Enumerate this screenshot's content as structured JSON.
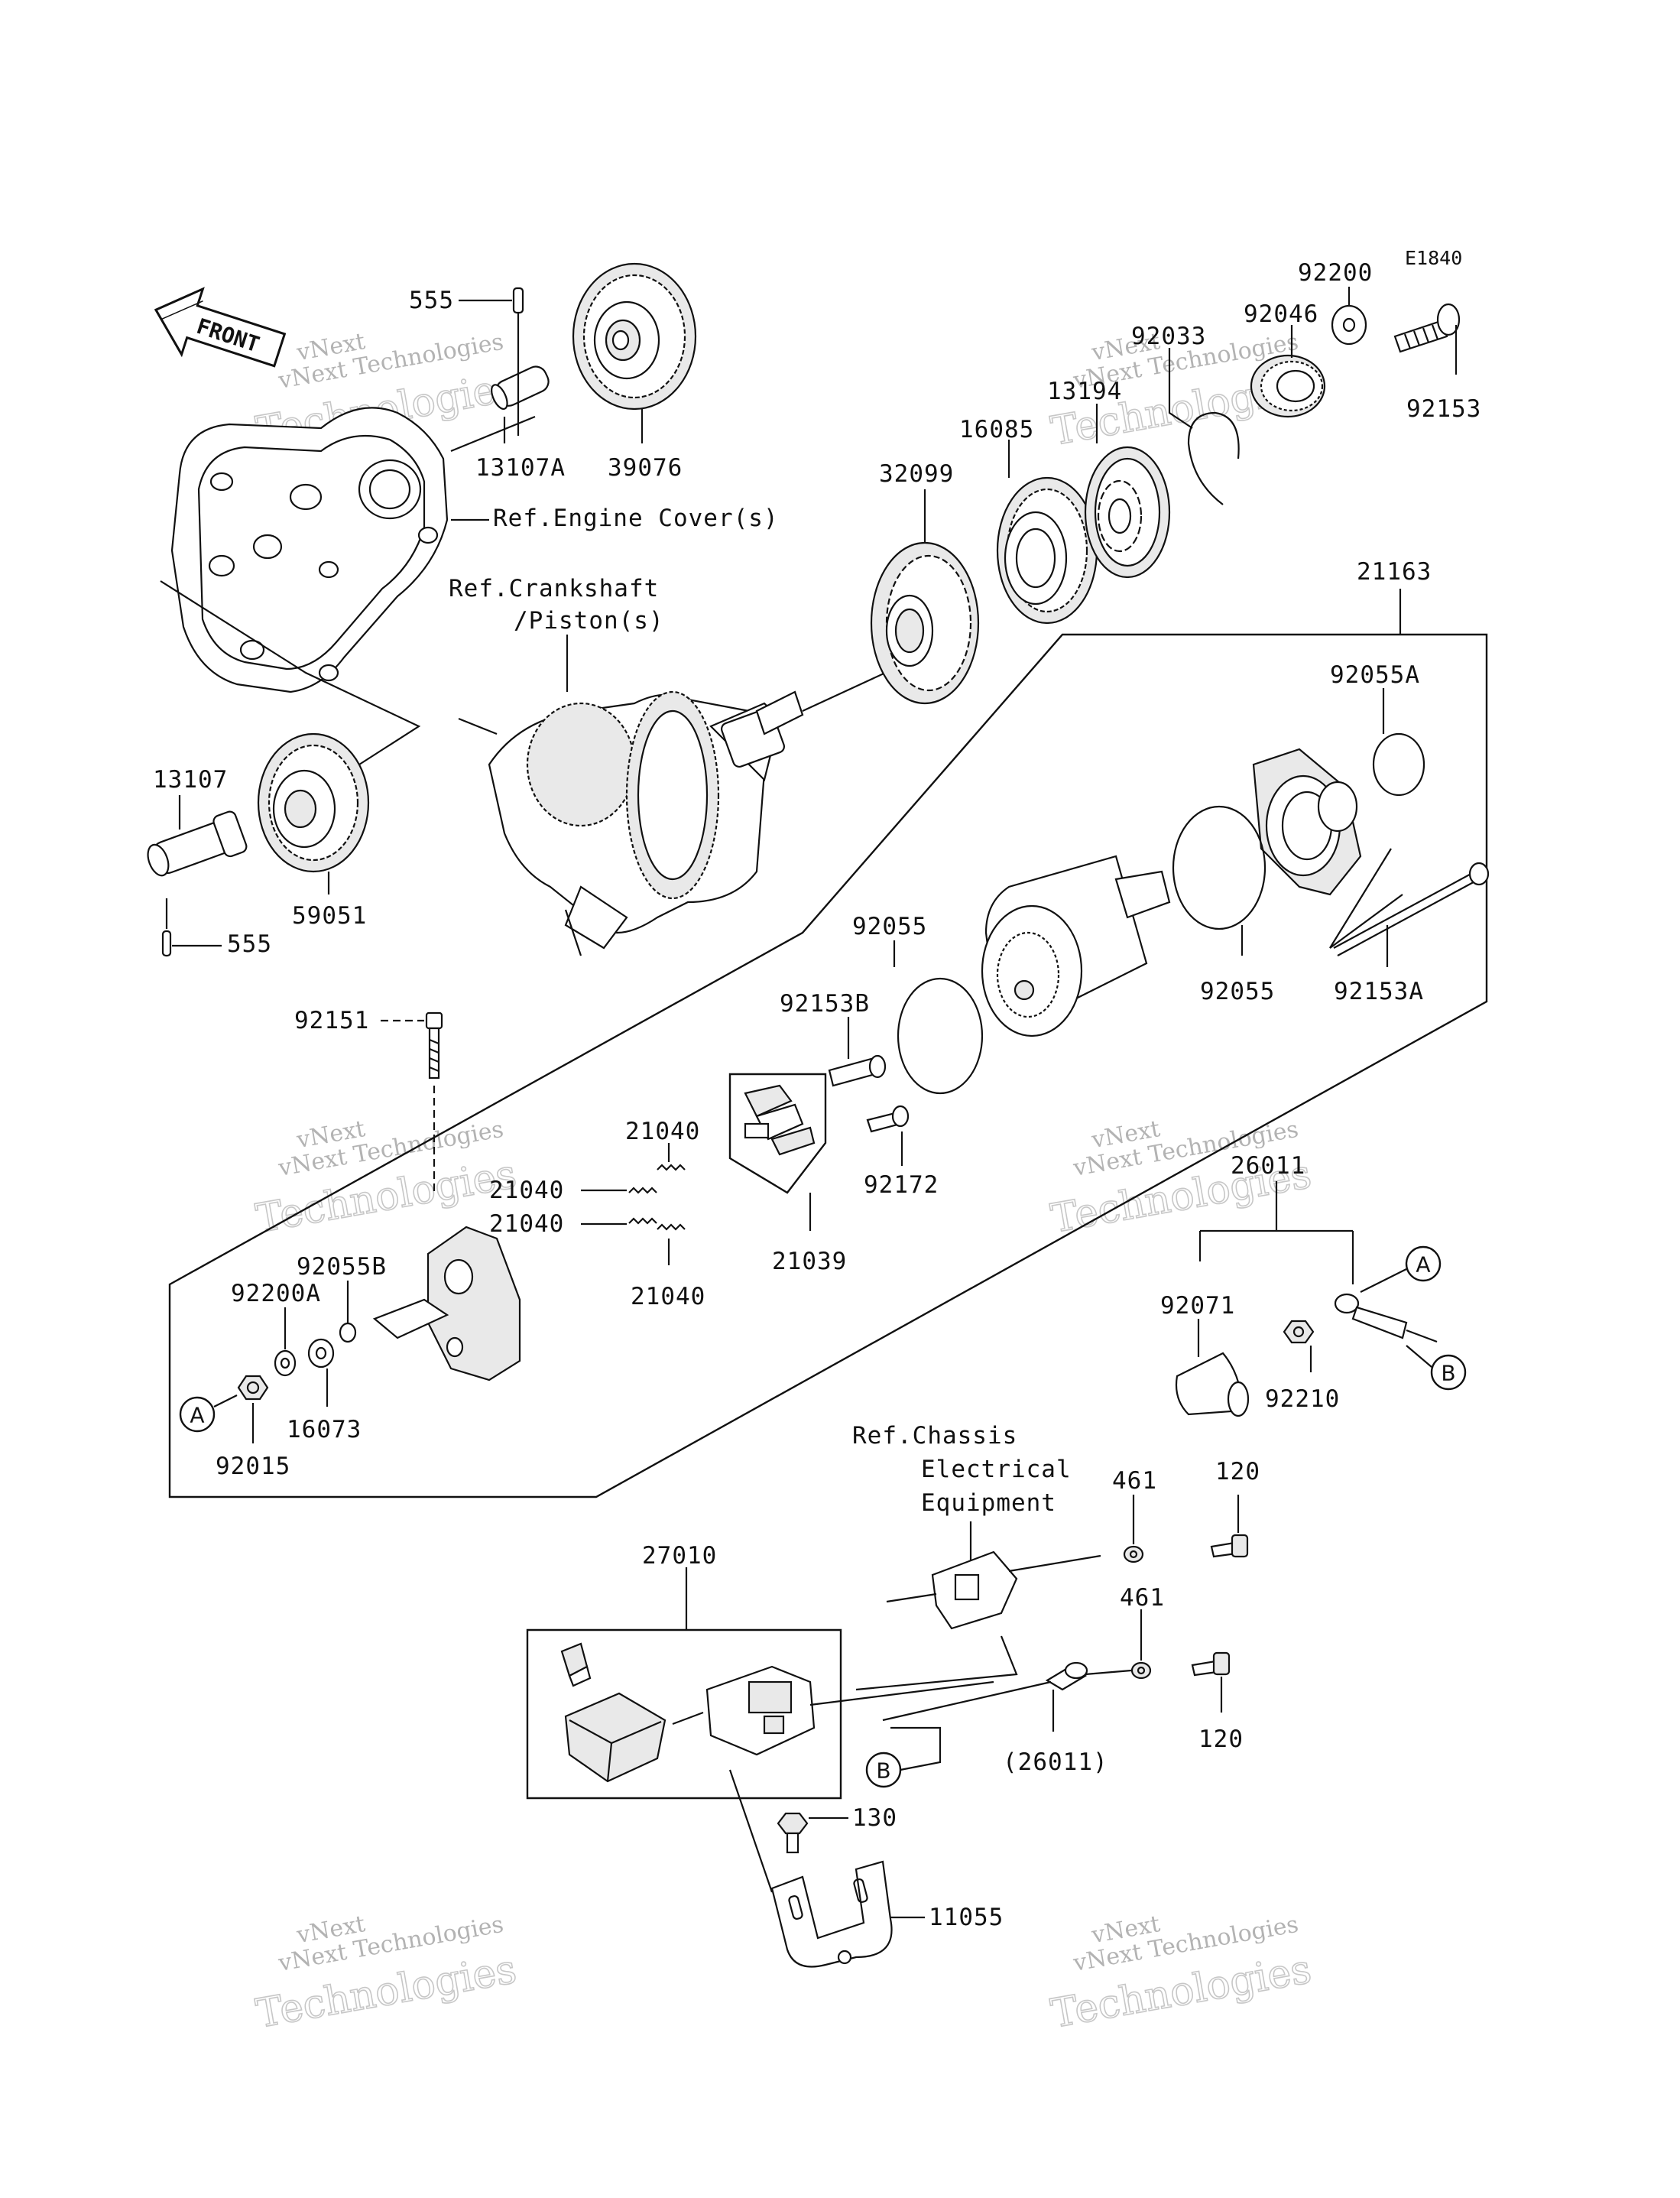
{
  "diagram_code": "E1840",
  "front_arrow_label": "FRONT",
  "watermark": {
    "line1": "vNext",
    "line2": "vNext Technologies",
    "line3": "Technologies"
  },
  "reference_letters": {
    "a": "A",
    "b": "B"
  },
  "references": {
    "engine_cover": "Ref.Engine Cover(s)",
    "crankshaft_line1": "Ref.Crankshaft",
    "crankshaft_line2": "/Piston(s)",
    "chassis_line1": "Ref.Chassis",
    "chassis_line2": "Electrical",
    "chassis_line3": "Equipment"
  },
  "parts": {
    "p555_top": "555",
    "p13107A": "13107A",
    "p39076": "39076",
    "p92200": "92200",
    "p92046": "92046",
    "p92033": "92033",
    "p13194": "13194",
    "p92153": "92153",
    "p16085": "16085",
    "p32099": "32099",
    "p21163": "21163",
    "p92055A": "92055A",
    "p13107": "13107",
    "p59051": "59051",
    "p555_bottom": "555",
    "p92055_left": "92055",
    "p92055_right": "92055",
    "p92153A": "92153A",
    "p92153B": "92153B",
    "p92151": "92151",
    "p21040_a": "21040",
    "p21040_b": "21040",
    "p21040_c": "21040",
    "p21040_d": "21040",
    "p92172": "92172",
    "p21039": "21039",
    "p26011": "26011",
    "p92055B": "92055B",
    "p92200A": "92200A",
    "p16073": "16073",
    "p92015": "92015",
    "p92071": "92071",
    "p92210": "92210",
    "p461_top": "461",
    "p120_top": "120",
    "p27010": "27010",
    "p461_bottom": "461",
    "p120_bottom": "120",
    "p26011_paren": "(26011)",
    "p130": "130",
    "p11055": "11055"
  }
}
